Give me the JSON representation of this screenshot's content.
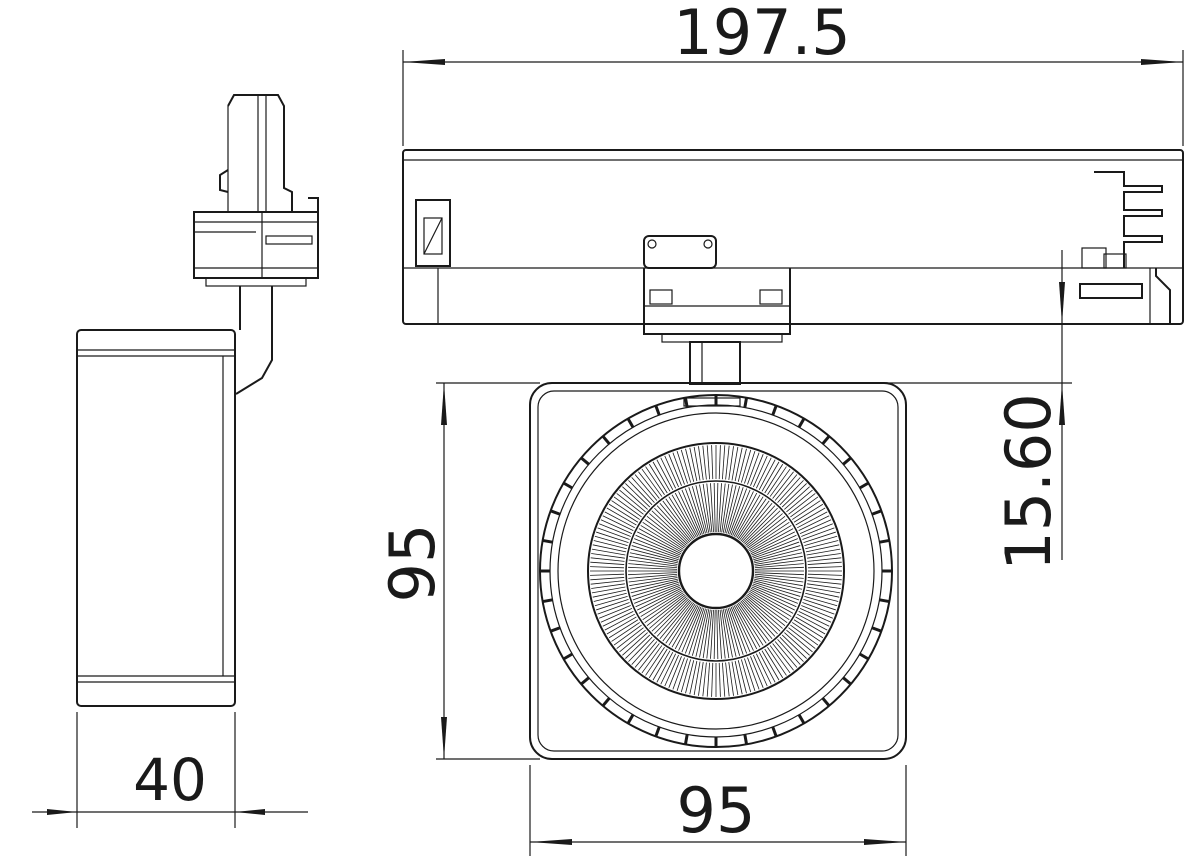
{
  "dimensions": {
    "overall_length": "197.5",
    "body_height": "95",
    "body_width": "95",
    "side_depth": "40",
    "adapter_offset": "15.60"
  },
  "colors": {
    "line": "#1a1a1a",
    "background": "#ffffff"
  }
}
